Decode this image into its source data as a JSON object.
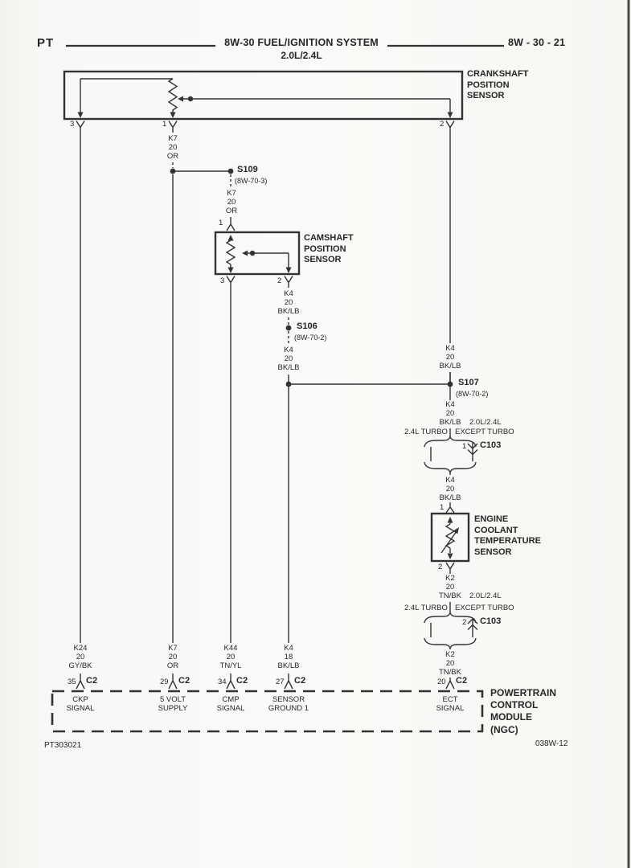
{
  "header": {
    "section": "PT",
    "title": "8W-30 FUEL/IGNITION SYSTEM",
    "subtitle": "2.0L/2.4L",
    "page_number": "8W - 30 - 21"
  },
  "components": {
    "crankshaft_sensor": {
      "name": [
        "CRANKSHAFT",
        "POSITION",
        "SENSOR"
      ],
      "pins": {
        "p3": "3",
        "p1": "1",
        "p2": "2"
      }
    },
    "camshaft_sensor": {
      "name": [
        "CAMSHAFT",
        "POSITION",
        "SENSOR"
      ],
      "pins": {
        "p1": "1",
        "p3": "3",
        "p2": "2"
      }
    },
    "ect_sensor": {
      "name": [
        "ENGINE",
        "COOLANT",
        "TEMPERATURE",
        "SENSOR"
      ],
      "pins": {
        "p1": "1",
        "p2": "2"
      }
    }
  },
  "splices": {
    "s109": {
      "name": "S109",
      "ref": "(8W-70-3)"
    },
    "s106": {
      "name": "S106",
      "ref": "(8W-70-2)"
    },
    "s107": {
      "name": "S107",
      "ref": "(8W-70-2)"
    }
  },
  "wires": {
    "wl1": [
      "K7",
      "20",
      "OR"
    ],
    "wl2": [
      "K7",
      "20",
      "OR"
    ],
    "wl3": [
      "K4",
      "20",
      "BK/LB"
    ],
    "wl4": [
      "K4",
      "20",
      "BK/LB"
    ],
    "wl5": [
      "K4",
      "20",
      "BK/LB"
    ],
    "wl6": {
      "lines": [
        "K4",
        "20",
        "BK/LB"
      ],
      "note": "2.0L/2.4L"
    },
    "wl7": [
      "K4",
      "20",
      "BK/LB"
    ],
    "wl8": {
      "lines": [
        "K2",
        "20",
        "TN/BK"
      ],
      "note": "2.0L/2.4L"
    },
    "wl9": [
      "K2",
      "20",
      "TN/BK"
    ],
    "wl10": [
      "K24",
      "20",
      "GY/BK"
    ],
    "wl11": [
      "K7",
      "20",
      "OR"
    ],
    "wl12": [
      "K44",
      "20",
      "TN/YL"
    ],
    "wl13": [
      "K4",
      "18",
      "BK/LB"
    ]
  },
  "branches": {
    "b1": {
      "left_label": "2.4L TURBO",
      "right_label": "EXCEPT TURBO",
      "pin": "1",
      "connector": "C103"
    },
    "b2": {
      "left_label": "2.4L TURBO",
      "right_label": "EXCEPT TURBO",
      "pin": "2",
      "connector": "C103"
    }
  },
  "pcm": {
    "name": [
      "POWERTRAIN",
      "CONTROL",
      "MODULE",
      "(NGC)"
    ],
    "pins": [
      {
        "num": "35",
        "conn": "C2",
        "label": [
          "CKP",
          "SIGNAL"
        ]
      },
      {
        "num": "29",
        "conn": "C2",
        "label": [
          "5 VOLT",
          "SUPPLY"
        ]
      },
      {
        "num": "34",
        "conn": "C2",
        "label": [
          "CMP",
          "SIGNAL"
        ]
      },
      {
        "num": "27",
        "conn": "C2",
        "label": [
          "SENSOR",
          "GROUND 1"
        ]
      },
      {
        "num": "20",
        "conn": "C2",
        "label": [
          "ECT",
          "SIGNAL"
        ]
      }
    ]
  },
  "footer": {
    "drawing_code": "PT303021",
    "sheet_code": "038W-12"
  },
  "colors": {
    "ink": "#262626",
    "line": "#333333",
    "background": "#f8f7f5"
  }
}
